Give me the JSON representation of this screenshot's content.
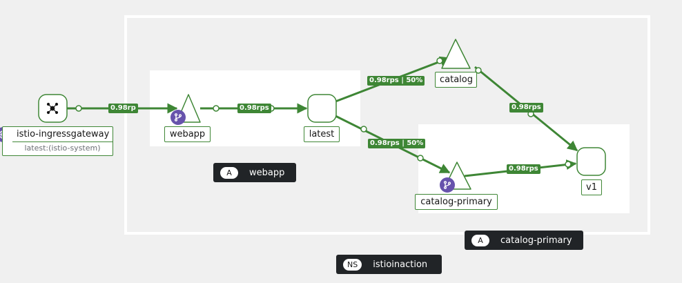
{
  "namespace": {
    "tag": "NS",
    "name": "istioinaction"
  },
  "apps": [
    {
      "tag": "A",
      "name": "webapp"
    },
    {
      "tag": "A",
      "name": "catalog-primary"
    }
  ],
  "nodes": {
    "gateway": {
      "name": "istio-ingressgateway",
      "sub": "latest:(istio-system)"
    },
    "webapp": {
      "name": "webapp"
    },
    "latest": {
      "name": "latest"
    },
    "catalog": {
      "name": "catalog"
    },
    "catalog_primary": {
      "name": "catalog-primary"
    },
    "v1": {
      "name": "v1"
    }
  },
  "edges": [
    {
      "id": "gateway-webapp",
      "label": "0.98rp"
    },
    {
      "id": "webapp-latest",
      "label": "0.98rps"
    },
    {
      "id": "latest-catalog",
      "label": "0.98rps | 50%"
    },
    {
      "id": "latest-catalog-primary",
      "label": "0.98rps | 50%"
    },
    {
      "id": "catalog-v1",
      "label": "0.98rps"
    },
    {
      "id": "catalog-primary-v1",
      "label": "0.98rps"
    }
  ],
  "colors": {
    "edge": "#3e8635",
    "badge": "#6753ac",
    "tag_bg": "#212427"
  },
  "icons": {
    "gateway": "network-hub-icon",
    "branch": "code-branch-icon",
    "globe": "globe-icon"
  }
}
